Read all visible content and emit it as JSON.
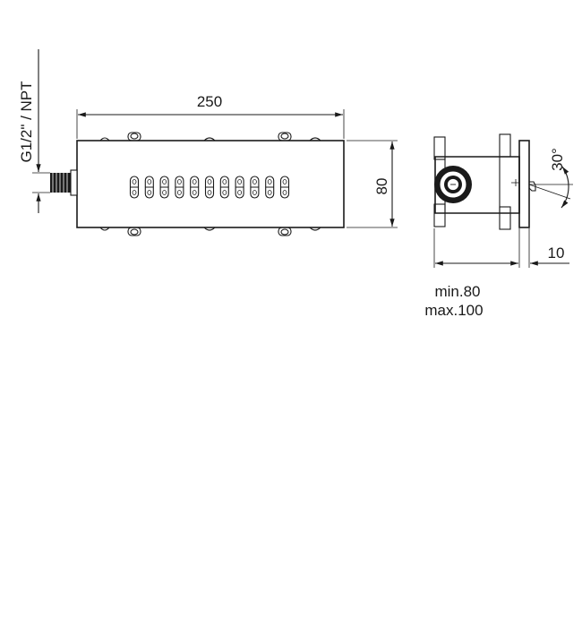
{
  "dimensions": {
    "length": "250",
    "height": "80",
    "thread": "G1/2\" / NPT",
    "angle": "30°",
    "offset": "10",
    "depth_min": "min.80",
    "depth_max": "max.100"
  },
  "nozzle_count": 11
}
